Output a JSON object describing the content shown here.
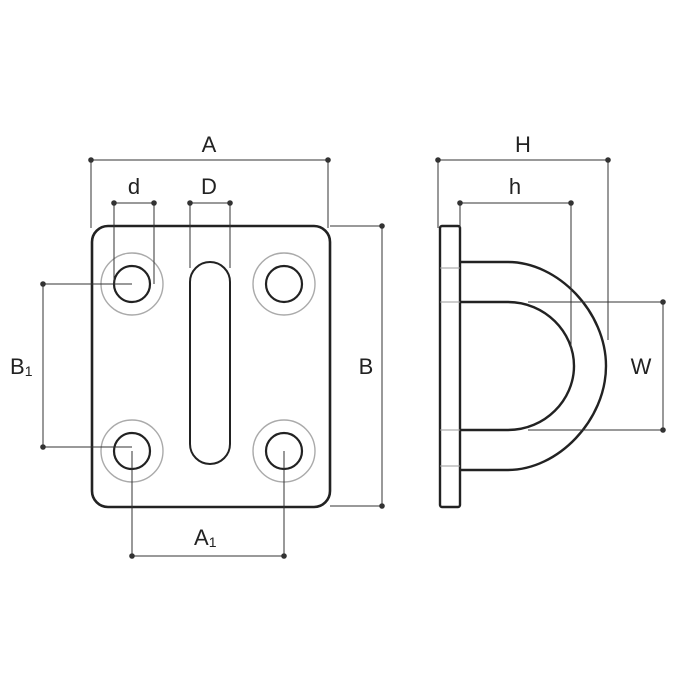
{
  "labels": {
    "A": "A",
    "d": "d",
    "D": "D",
    "B": "B",
    "B1_main": "B",
    "B1_sub": "1",
    "A1_main": "A",
    "A1_sub": "1",
    "H": "H",
    "h": "h",
    "W": "W"
  },
  "colors": {
    "outline": "#222222",
    "ring": "#aaaaaa",
    "dimension": "#333333"
  }
}
